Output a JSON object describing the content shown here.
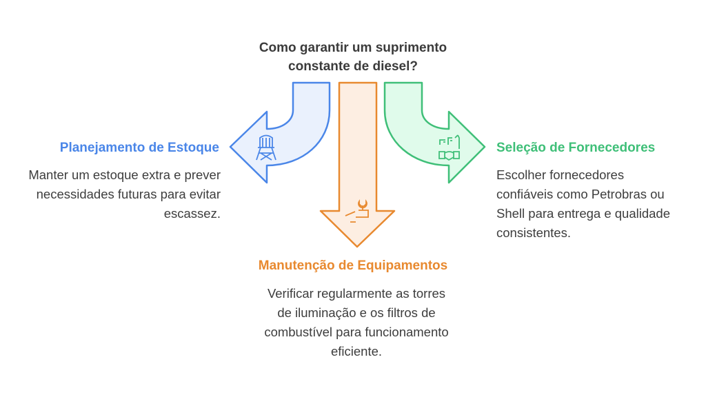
{
  "question": "Como garantir um suprimento constante de diesel?",
  "colors": {
    "blue": "#4a86e8",
    "orange": "#e8892f",
    "green": "#3fbf78"
  },
  "branches": [
    {
      "title": "Planejamento de Estoque",
      "text": "Manter um estoque extra e prever necessidades futuras para evitar escassez.",
      "icon": "water-tower-icon"
    },
    {
      "title": "Manutenção de Equipamentos",
      "text": "Verificar regularmente as torres de iluminação e os filtros de combustível para funcionamento eficiente.",
      "icon": "wrench-hand-icon"
    },
    {
      "title": "Seleção de Fornecedores",
      "text": "Escolher fornecedores confiáveis como Petrobras ou Shell para entrega e qualidade consistentes.",
      "icon": "handshake-factory-icon"
    }
  ]
}
